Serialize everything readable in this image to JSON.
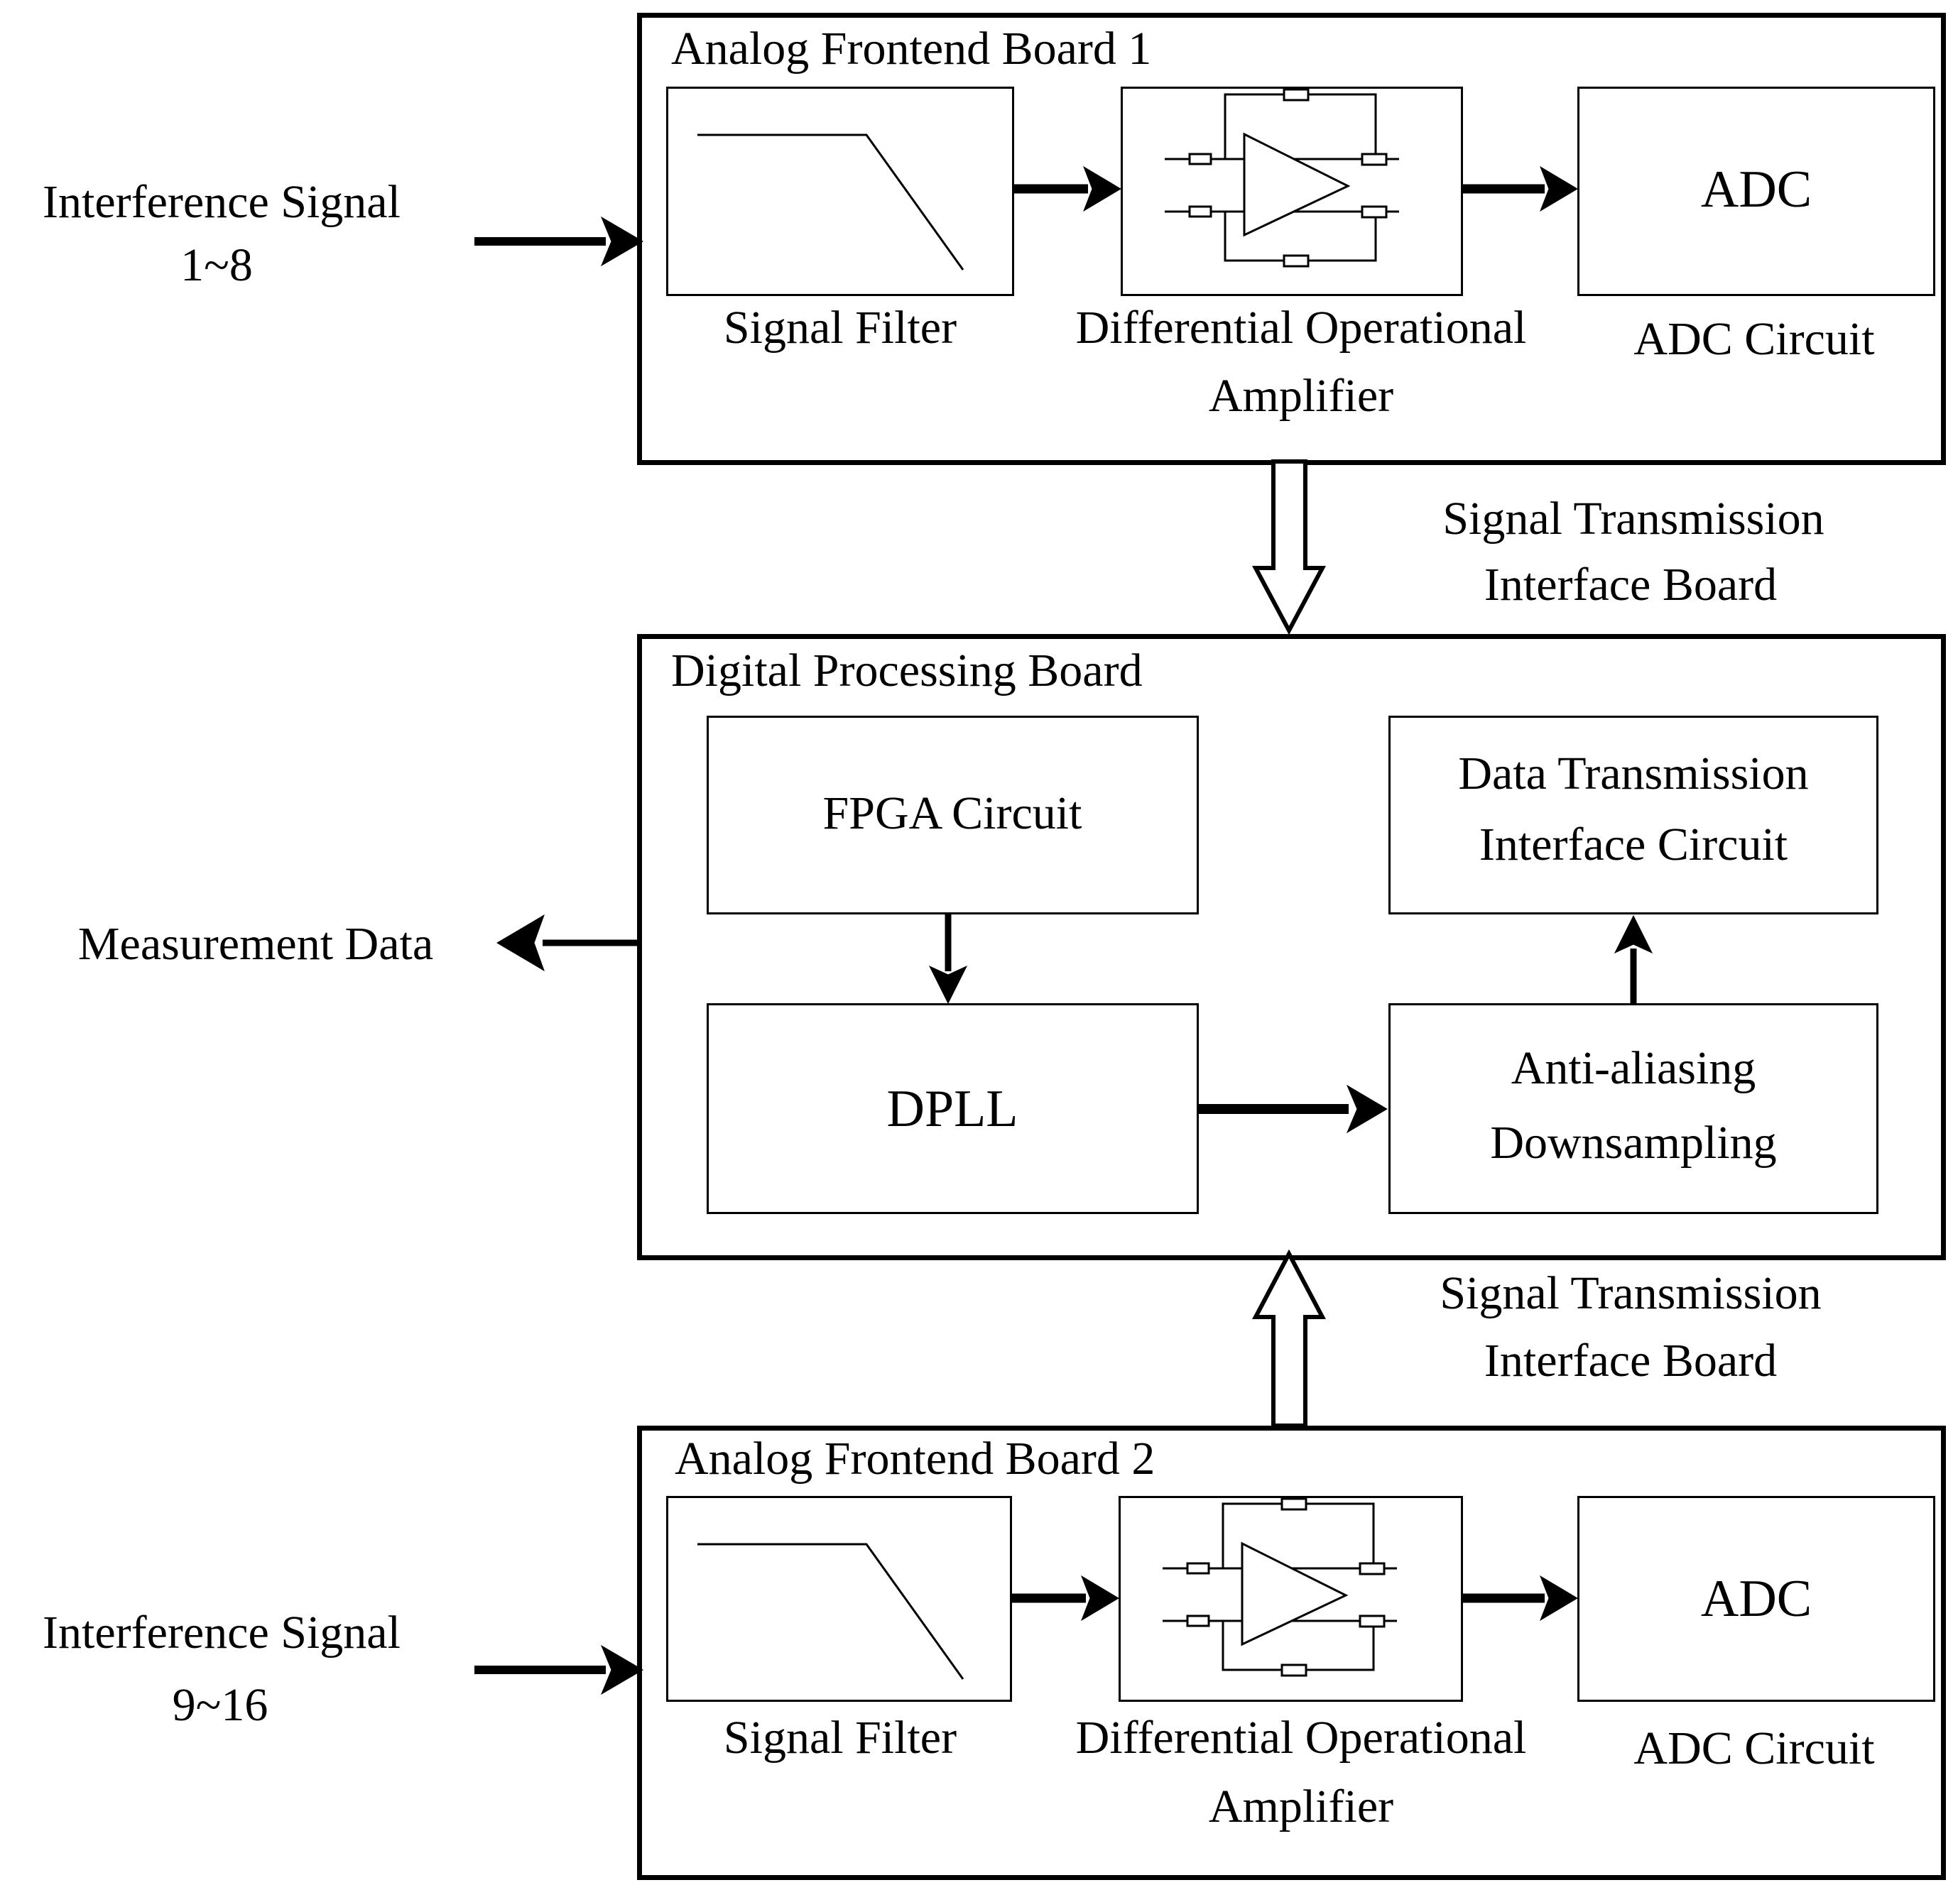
{
  "page": {
    "background": "#ffffff",
    "line_color": "#000000"
  },
  "inputs": {
    "interference_1": {
      "line1": "Interference Signal",
      "line2": "1~8"
    },
    "interference_2": {
      "line1": "Interference Signal",
      "line2": "9~16"
    }
  },
  "output": {
    "measurement_data": "Measurement Data"
  },
  "boards": {
    "afb1": {
      "title": "Analog Frontend Board 1",
      "signal_filter": "Signal Filter",
      "diff_amp_line1": "Differential Operational",
      "diff_amp_line2": "Amplifier",
      "adc": "ADC",
      "adc_circuit": "ADC Circuit"
    },
    "dpb": {
      "title": "Digital Processing Board",
      "fpga": "FPGA Circuit",
      "data_if_line1": "Data Transmission",
      "data_if_line2": "Interface Circuit",
      "dpll": "DPLL",
      "antialias_line1": "Anti-aliasing",
      "antialias_line2": "Downsampling"
    },
    "afb2": {
      "title": "Analog Frontend Board 2",
      "signal_filter": "Signal Filter",
      "diff_amp_line1": "Differential Operational",
      "diff_amp_line2": "Amplifier",
      "adc": "ADC",
      "adc_circuit": "ADC Circuit"
    }
  },
  "connections": {
    "link1": {
      "line1": "Signal Transmission",
      "line2": "Interface Board"
    },
    "link2": {
      "line1": "Signal Transmission",
      "line2": "Interface Board"
    }
  }
}
